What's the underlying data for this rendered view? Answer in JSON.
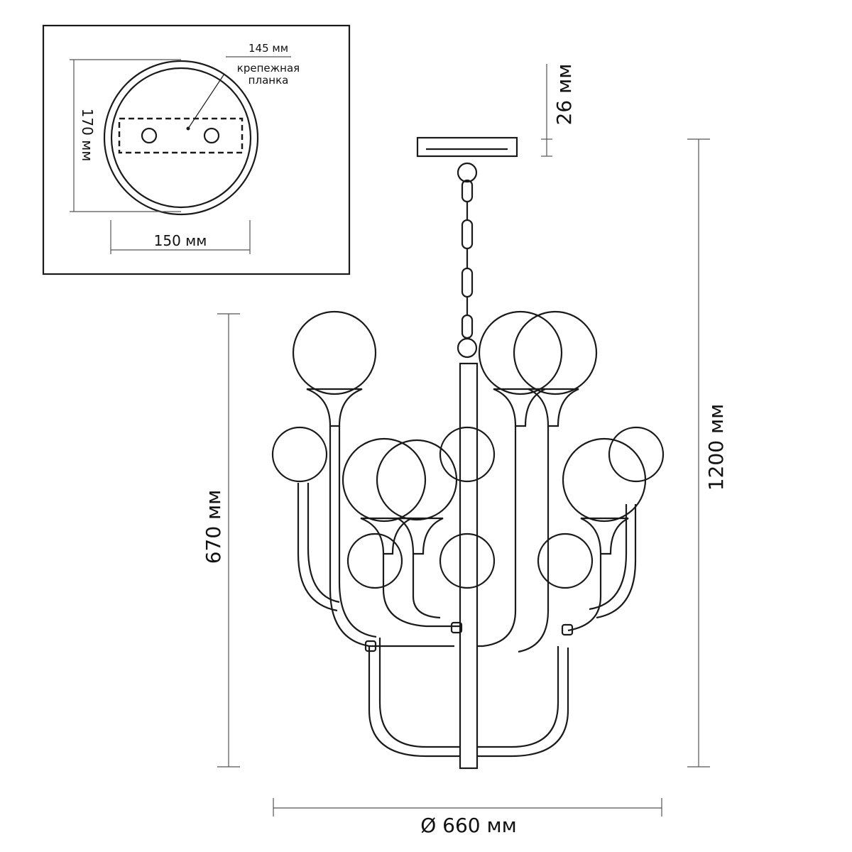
{
  "inset": {
    "width_label": "150 мм",
    "height_label": "170 мм",
    "bar_width_label": "145 мм",
    "bracket_label_line1": "крепежная",
    "bracket_label_line2": "планка"
  },
  "dimensions": {
    "canopy_height": "26 мм",
    "total_height": "1200 мм",
    "body_height": "670 мм",
    "diameter": "Ø 660 мм"
  },
  "colors": {
    "line": "#1a1a1a",
    "dimension": "#555555",
    "background": "#ffffff"
  }
}
